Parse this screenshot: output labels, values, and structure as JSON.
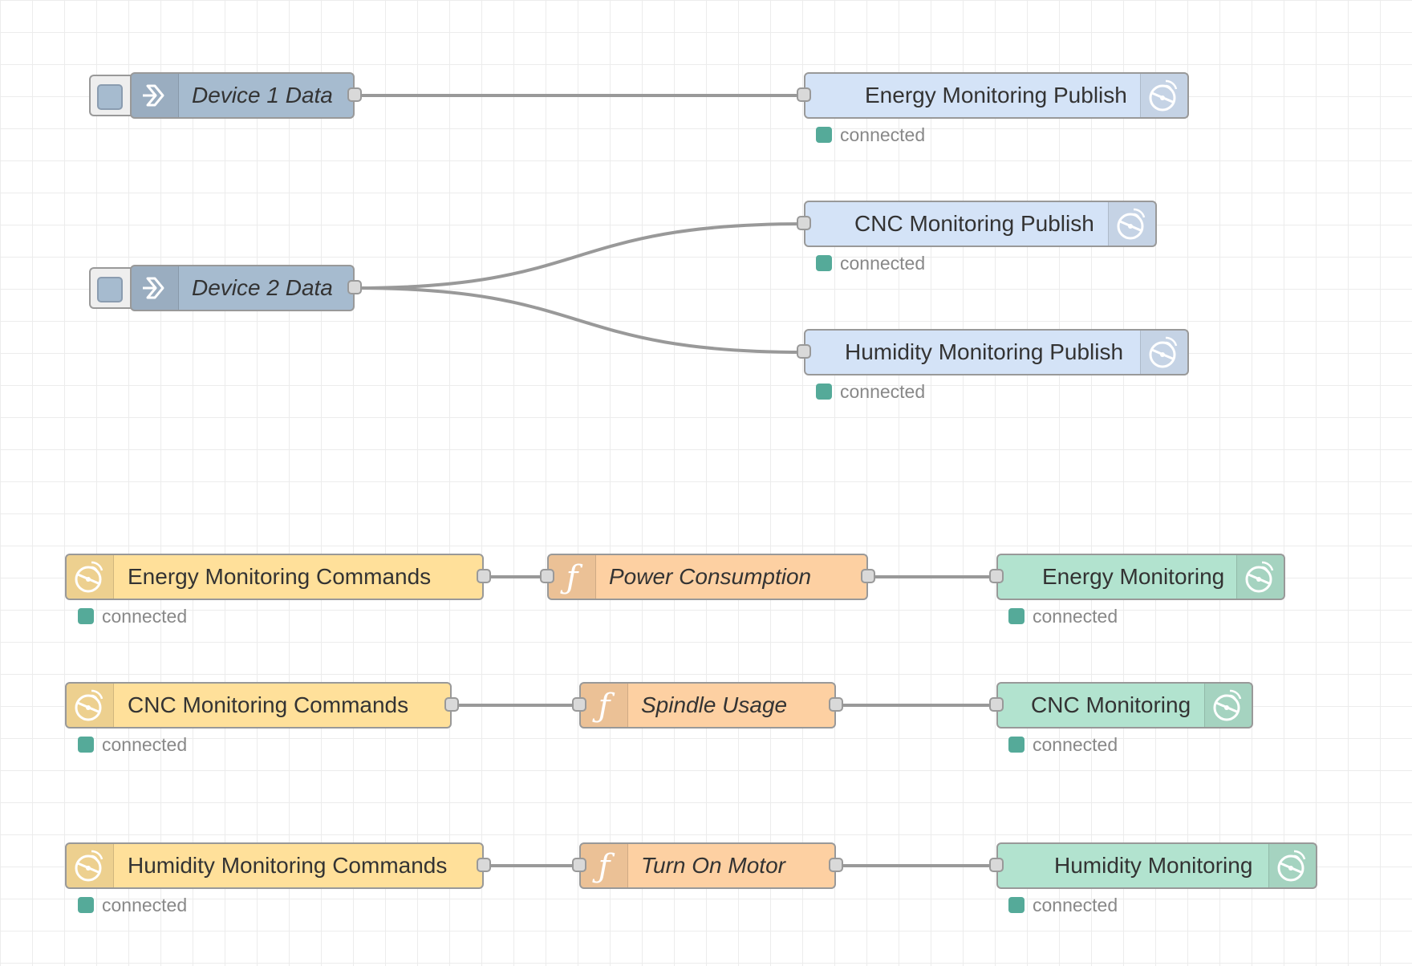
{
  "colors": {
    "inject": "#a6bbcf",
    "mqtt_out": "#d4e3f7",
    "mqtt_in": "#ffe09a",
    "function": "#fdd0a2",
    "mqtt_out_green": "#b2e3cf",
    "wire": "#999999",
    "status_connected": "#55aa88"
  },
  "flow_top": {
    "inject_nodes": [
      {
        "label": "Device 1 Data",
        "icon": "inject-arrow-icon"
      },
      {
        "label": "Device 2 Data",
        "icon": "inject-arrow-icon"
      }
    ],
    "publish_nodes": [
      {
        "label": "Energy Monitoring Publish",
        "icon": "mqtt-bridge-icon",
        "status": "connected"
      },
      {
        "label": "CNC Monitoring Publish",
        "icon": "mqtt-bridge-icon",
        "status": "connected"
      },
      {
        "label": "Humidity Monitoring Publish",
        "icon": "mqtt-bridge-icon",
        "status": "connected"
      }
    ]
  },
  "flow_bottom": {
    "rows": [
      {
        "command": {
          "label": "Energy Monitoring Commands",
          "status": "connected"
        },
        "function": {
          "label": "Power Consumption"
        },
        "output": {
          "label": "Energy Monitoring",
          "status": "connected"
        }
      },
      {
        "command": {
          "label": "CNC Monitoring Commands",
          "status": "connected"
        },
        "function": {
          "label": "Spindle Usage"
        },
        "output": {
          "label": "CNC Monitoring",
          "status": "connected"
        }
      },
      {
        "command": {
          "label": "Humidity Monitoring Commands",
          "status": "connected"
        },
        "function": {
          "label": "Turn On Motor"
        },
        "output": {
          "label": "Humidity Monitoring",
          "status": "connected"
        }
      }
    ]
  }
}
